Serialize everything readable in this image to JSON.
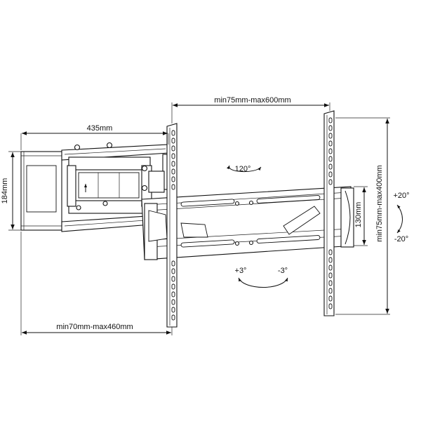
{
  "dimensions": {
    "arm_extension": "435mm",
    "wall_plate_height": "184mm",
    "min_max_depth": "min70mm-max460mm",
    "horizontal_vesa": "min75mm-max600mm",
    "vertical_vesa": "min75mm-max400mm",
    "bracket_height": "130mm"
  },
  "angles": {
    "swivel": "120°",
    "rotation_plus": "+3°",
    "rotation_minus": "-3°",
    "tilt_plus": "+20°",
    "tilt_minus": "-20°"
  },
  "icons": {
    "swivel_arrow": "curved-double-arrow-icon",
    "rotation_arrow": "curved-double-arrow-icon",
    "up_arrow": "up-arrow-icon"
  }
}
